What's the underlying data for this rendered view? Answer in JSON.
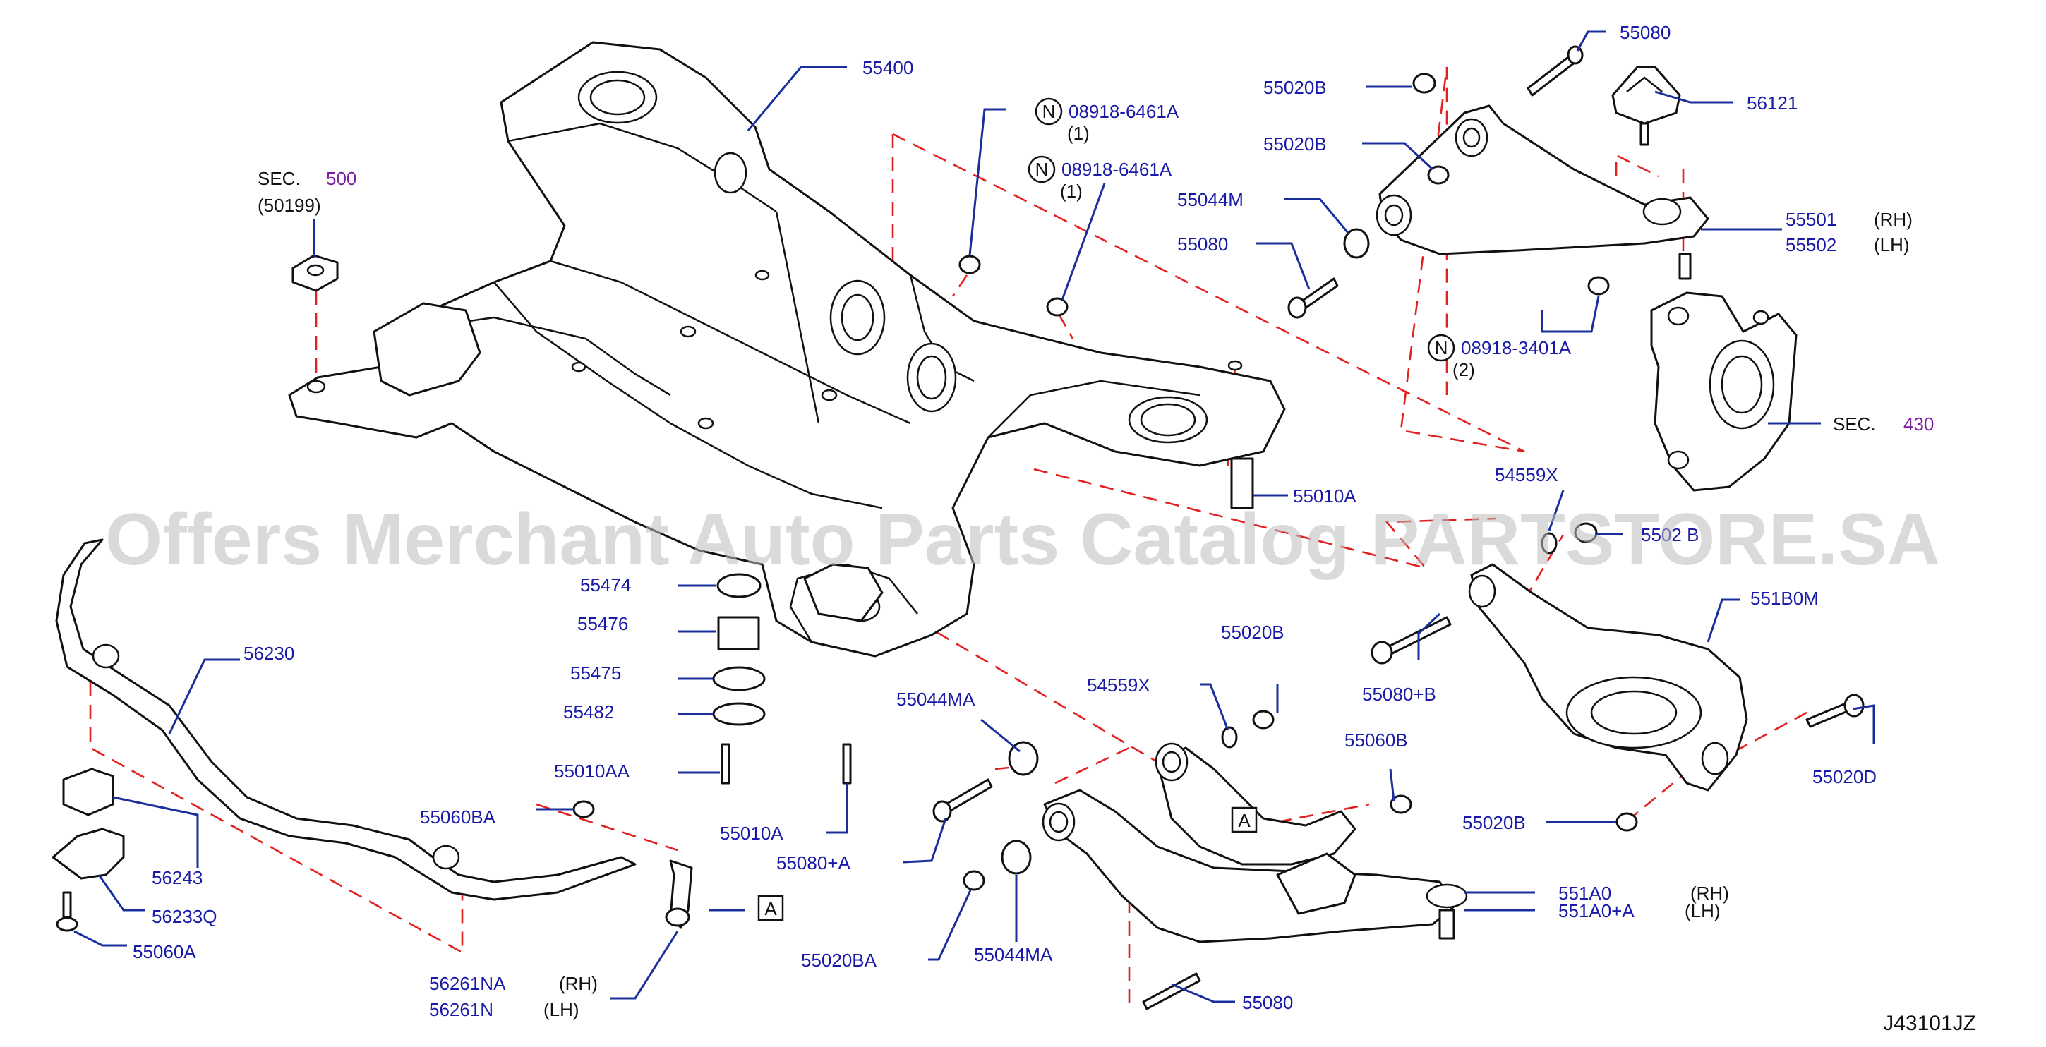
{
  "watermark": "Offers Merchant Auto Parts Catalog PARTSTORE.SA",
  "diagram_code": "J43101JZ",
  "accent_colors": {
    "callout": "#1a1aa8",
    "section_ref": "#7a1fa2",
    "dashed_line": "#e32020"
  },
  "section_refs": [
    {
      "prefix": "SEC.",
      "number": "500",
      "sub": "(50199)"
    },
    {
      "prefix": "SEC.",
      "number": "430"
    }
  ],
  "n_marks": [
    {
      "symbol": "N",
      "part": "08918-6461A",
      "qty": "(1)"
    },
    {
      "symbol": "N",
      "part": "08918-6461A",
      "qty": "(1)"
    },
    {
      "symbol": "N",
      "part": "08918-3401A",
      "qty": "(2)"
    }
  ],
  "ref_marks": [
    "A",
    "A"
  ],
  "labels": {
    "p55400": "55400",
    "p55080_top": "55080",
    "p56121": "56121",
    "p55020B_1": "55020B",
    "p55020B_2": "55020B",
    "p55044M": "55044M",
    "p55080_mid": "55080",
    "p55501": "55501",
    "p55502": "55502",
    "rh": "(RH)",
    "lh": "(LH)",
    "rh2": "(RH)",
    "lh2": "(LH)",
    "rh3": "(RH)",
    "lh3": "(LH)",
    "p55010A_r": "55010A",
    "p54559X_top": "54559X",
    "p5502B": "5502 B",
    "p551B0M": "551B0M",
    "p55080B": "55080+B",
    "p55020D": "55020D",
    "p55020B_3": "55020B",
    "p55020B_4": "55020B",
    "p55474": "55474",
    "p55476": "55476",
    "p55475": "55475",
    "p55482": "55482",
    "p55010AA": "55010AA",
    "p55010A_c": "55010A",
    "p56230": "56230",
    "p55060BA": "55060BA",
    "p56243": "56243",
    "p56233Q": "56233Q",
    "p55060A": "55060A",
    "p56261NA": "56261NA",
    "p56261N": "56261N",
    "p55044MA_1": "55044MA",
    "p55080A": "55080+A",
    "p55020BA": "55020BA",
    "p55044MA_2": "55044MA",
    "p54559X_bot": "54559X",
    "p55060B": "55060B",
    "p551A0": "551A0",
    "p551A0A": "551A0+A",
    "p55080_bot": "55080"
  }
}
